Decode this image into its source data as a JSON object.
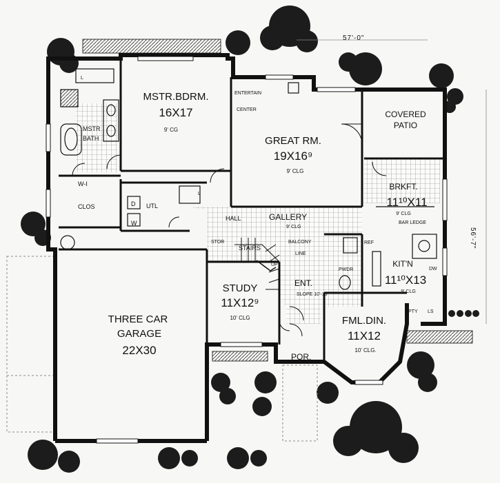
{
  "dimensions": {
    "overall_width": "57'-0\"",
    "overall_depth": "56'-7\""
  },
  "rooms": {
    "master_bedroom": {
      "name": "MSTR.BDRM.",
      "size": "16X17",
      "ceiling": "9' CG"
    },
    "master_bath": {
      "name_line1": "MSTR",
      "name_line2": "BATH",
      "toilet": "L"
    },
    "walk_in_closet": {
      "name_line1": "W-I",
      "name_line2": "CLOS"
    },
    "entertainment_center": {
      "line1": "ENTERTAIN",
      "line2": "CENTER"
    },
    "great_room": {
      "name": "GREAT RM.",
      "size": "19X16⁹",
      "ceiling": "9' CLG"
    },
    "covered_patio": {
      "name_line1": "COVERED",
      "name_line2": "PATIO"
    },
    "breakfast": {
      "name": "BRKFT.",
      "size": "11¹⁰X11",
      "ceiling": "9' CLG",
      "bar_ledge": "BAR LEDGE"
    },
    "utility": {
      "name": "UTL",
      "dryer": "D",
      "washer": "W",
      "linen": "L"
    },
    "hall": {
      "name": "HALL"
    },
    "gallery": {
      "name": "GALLERY",
      "ceiling": "9' CLG"
    },
    "storage": {
      "name": "STOR"
    },
    "stairs": {
      "name": "STAIRS",
      "direction": "UP"
    },
    "balcony_line": {
      "line1": "BALCONY",
      "line2": "LINE"
    },
    "powder": {
      "name": "PWDR"
    },
    "refrigerator": {
      "name": "REF"
    },
    "kitchen": {
      "name": "KIT'N",
      "size": "11¹⁰X13",
      "ceiling": "9' CLG",
      "dishwasher": "DW",
      "pantry": "PTY",
      "lazy_susan": "LS"
    },
    "study": {
      "name": "STUDY",
      "size": "11X12⁹",
      "ceiling": "10' CLG"
    },
    "entry": {
      "name": "ENT.",
      "ceiling": "SLOPE 10'-18'"
    },
    "family_dining": {
      "name": "FML.DIN.",
      "size": "11X12",
      "ceiling": "10' CLG."
    },
    "garage": {
      "name_line1": "THREE CAR",
      "name_line2": "GARAGE",
      "size": "22X30"
    },
    "porch": {
      "name": "POR."
    }
  }
}
